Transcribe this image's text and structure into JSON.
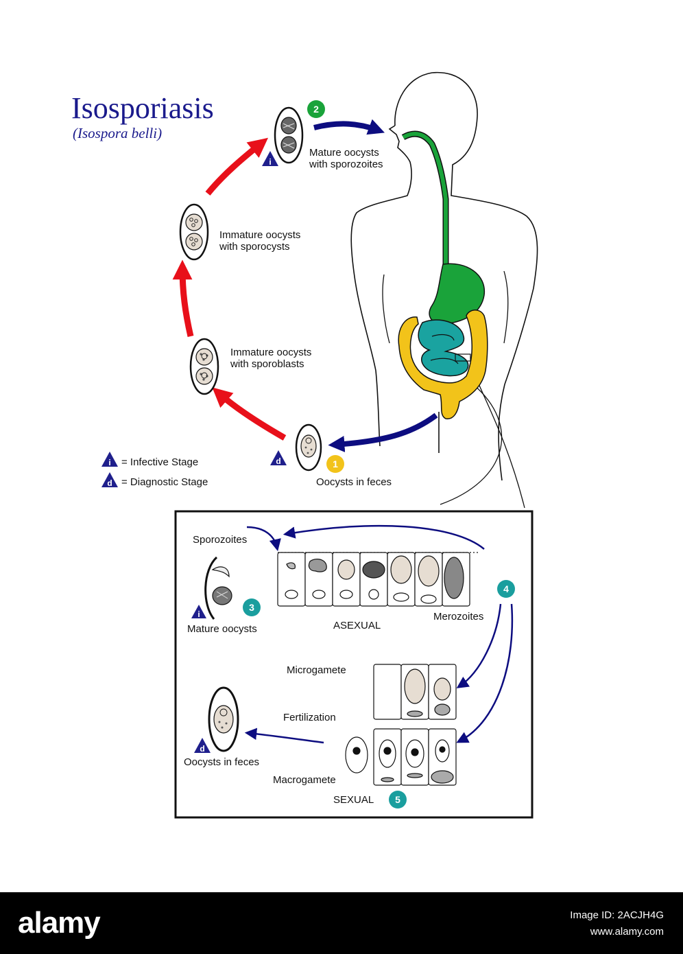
{
  "title": "Isosporiasis",
  "subtitle": "(Isospora belli)",
  "colors": {
    "title": "#1a1a8c",
    "cycle_arrow": "#e8101a",
    "flow_arrow": "#0d0d80",
    "esophagus_stomach": "#1aa33a",
    "small_intestine": "#1aa3a0",
    "large_intestine": "#f2c31a",
    "badge_green": "#1aa33a",
    "badge_yellow": "#f2c31a",
    "badge_teal": "#1a9e9e",
    "stage_triangle": "#1f1f8c",
    "footer_bg": "#000000"
  },
  "cycle": {
    "mature_oocysts": {
      "line1": "Mature oocysts",
      "line2": "with sporozoites",
      "badge": "2"
    },
    "immature_sporocysts": {
      "line1": "Immature oocysts",
      "line2": "with sporocysts"
    },
    "immature_sporoblasts": {
      "line1": "Immature oocysts",
      "line2": "with sporoblasts"
    },
    "oocysts_feces": {
      "label": "Oocysts in feces",
      "badge": "1"
    }
  },
  "legend": {
    "infective": {
      "letter": "i",
      "label": "= Infective Stage"
    },
    "diagnostic": {
      "letter": "d",
      "label": "= Diagnostic Stage"
    }
  },
  "inset": {
    "sporozoites": "Sporozoites",
    "mature_oocysts": "Mature oocysts",
    "badge3": "3",
    "asexual": "ASEXUAL",
    "merozoites": "Merozoites",
    "badge4": "4",
    "microgamete": "Microgamete",
    "fertilization": "Fertilization",
    "macrogamete": "Macrogamete",
    "sexual": "SEXUAL",
    "badge5": "5",
    "oocysts_feces": "Oocysts in feces"
  },
  "footer": {
    "logo": "alamy",
    "image_id": "Image ID: 2ACJH4G",
    "site": "www.alamy.com"
  }
}
